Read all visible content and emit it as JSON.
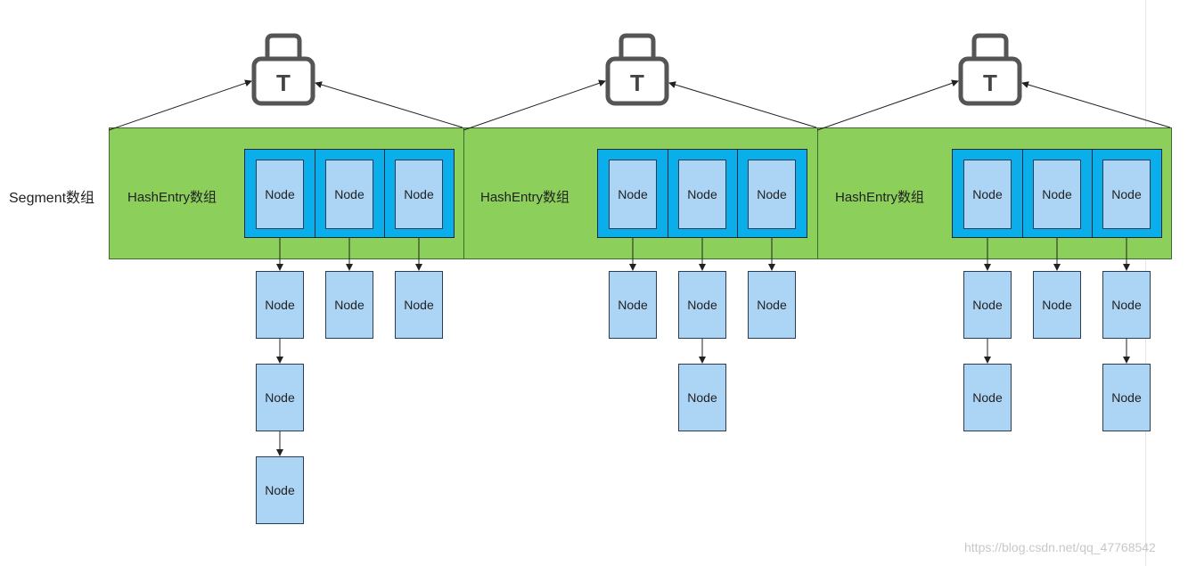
{
  "segment_label": "Segment数组",
  "hashentry_label": "HashEntry数组",
  "node_label": "Node",
  "lock_glyph": "T",
  "watermark": "https://blog.csdn.net/qq_47768542",
  "colors": {
    "segment_fill": "#8ccf5a",
    "bucket_fill": "#0aaeea",
    "node_fill": "#acd4f5",
    "lock_stroke": "#555555"
  },
  "segments": [
    {
      "chains": [
        3,
        1,
        1
      ]
    },
    {
      "chains": [
        1,
        2,
        1
      ]
    },
    {
      "chains": [
        2,
        1,
        2
      ]
    }
  ]
}
